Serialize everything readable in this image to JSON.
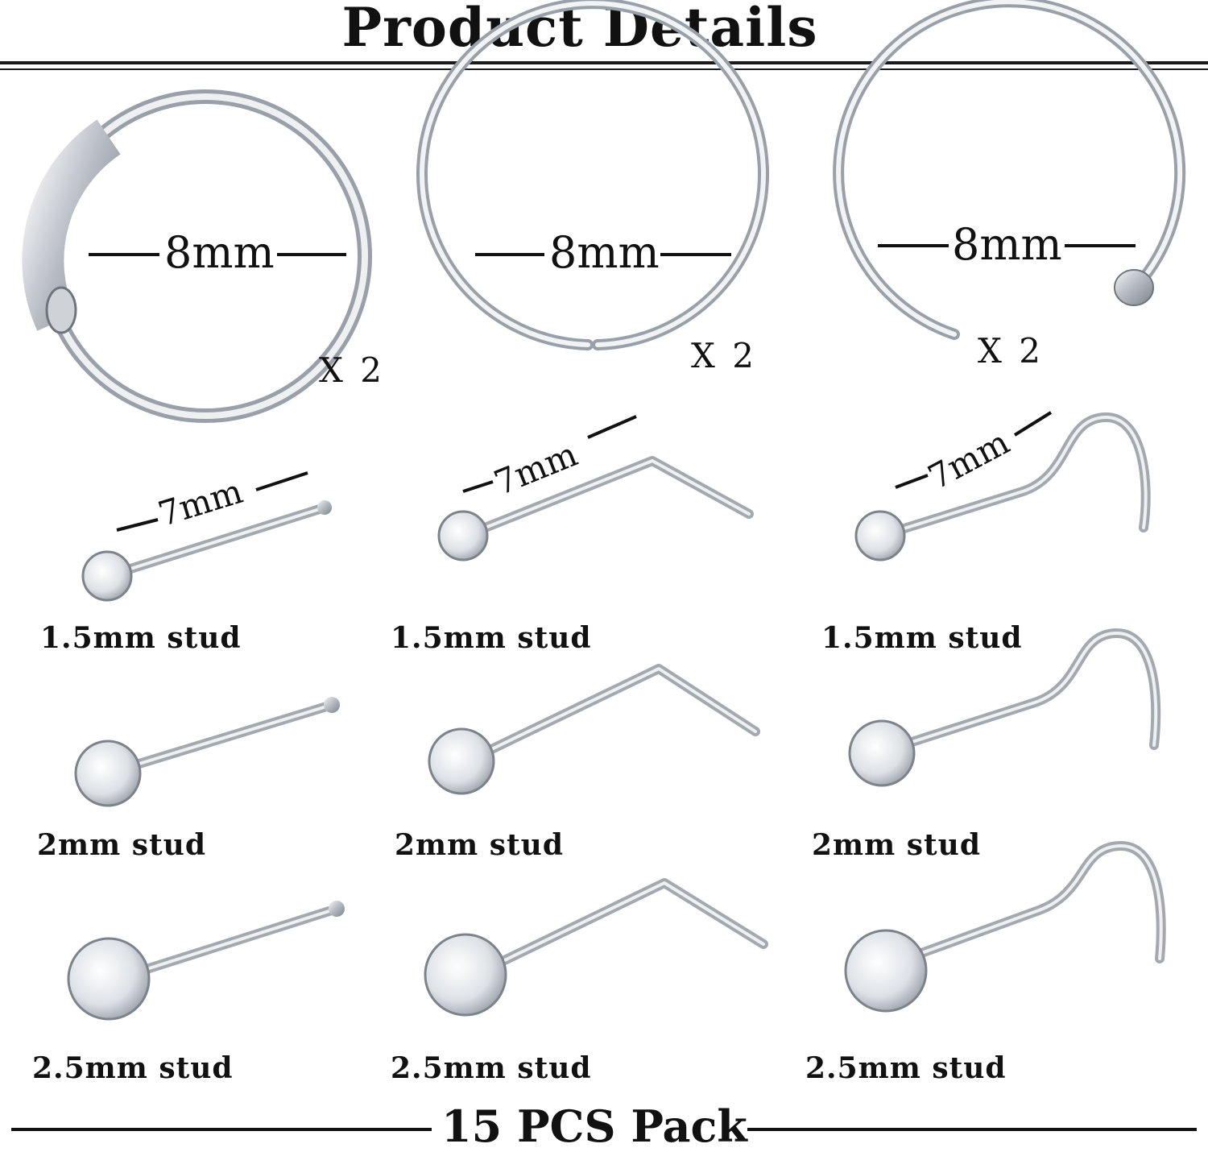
{
  "header": {
    "title": "Product Details"
  },
  "hoops": [
    {
      "size": "8mm",
      "qty": "X 2"
    },
    {
      "size": "8mm",
      "qty": "X 2"
    },
    {
      "size": "8mm",
      "qty": "X 2"
    }
  ],
  "studs": {
    "length_labels": [
      "7mm",
      "7mm",
      "7mm"
    ],
    "rows": [
      [
        "1.5mm stud",
        "1.5mm stud",
        "1.5mm stud"
      ],
      [
        "2mm stud",
        "2mm stud",
        "2mm stud"
      ],
      [
        "2.5mm stud",
        "2.5mm stud",
        "2.5mm stud"
      ]
    ]
  },
  "footer": {
    "text": "15 PCS Pack"
  },
  "colors": {
    "text": "#111111",
    "metal": "#c8ccd2",
    "metal_shadow": "#8a9098"
  }
}
